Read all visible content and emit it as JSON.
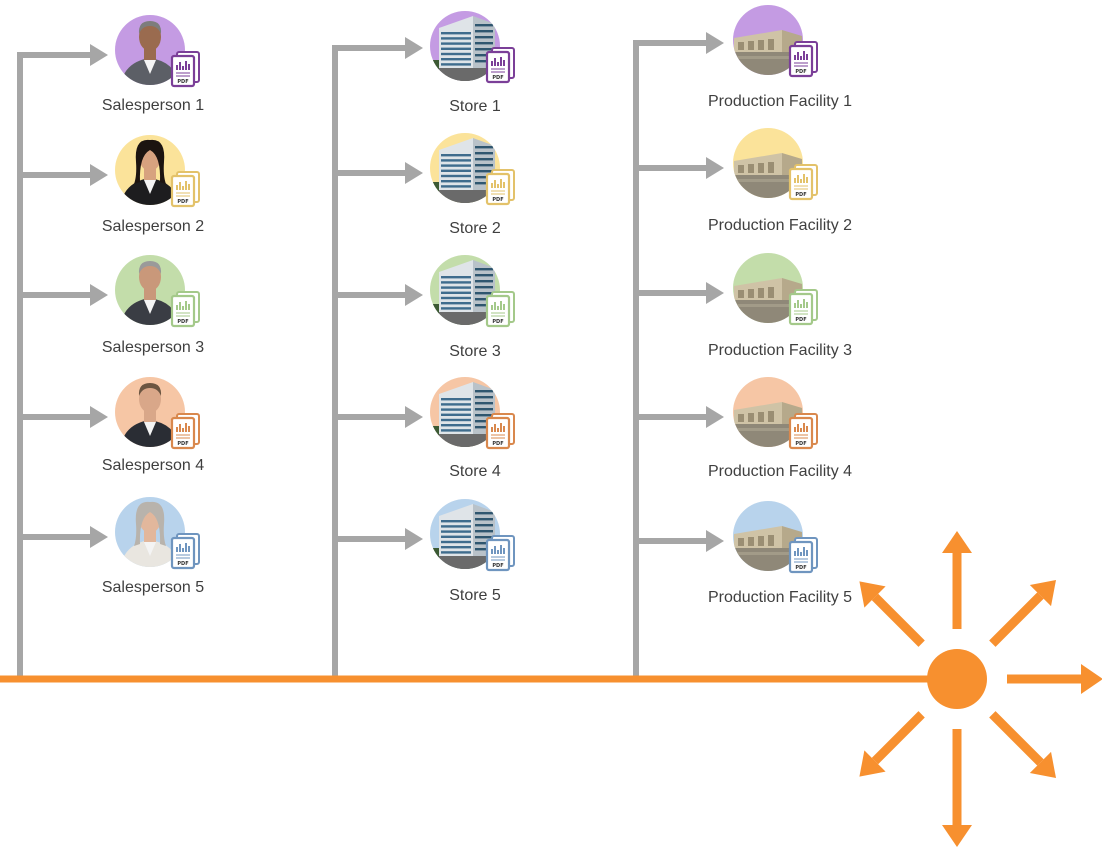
{
  "colors": {
    "connector": "#a6a6a6",
    "timeline": "#f7902f",
    "purple": "#c49be3",
    "yellow": "#fbe39a",
    "green": "#c3ddaa",
    "peach": "#f6c6a5",
    "blue": "#b8d3ec",
    "pdf_purple": "#7b3f98",
    "pdf_yellow": "#e3c26a",
    "pdf_green": "#a4c98a",
    "pdf_orange": "#d9884d",
    "pdf_blue": "#6f95bf"
  },
  "pdf_badge_text": "PDF",
  "groups": [
    {
      "id": "salespeople",
      "icon": "person-photo-icon",
      "nodes": [
        {
          "label": "Salesperson  1",
          "color": "purple",
          "pdf": "pdf_purple"
        },
        {
          "label": "Salesperson  2",
          "color": "yellow",
          "pdf": "pdf_yellow"
        },
        {
          "label": "Salesperson  3",
          "color": "green",
          "pdf": "pdf_green"
        },
        {
          "label": "Salesperson  4",
          "color": "peach",
          "pdf": "pdf_orange"
        },
        {
          "label": "Salesperson  5",
          "color": "blue",
          "pdf": "pdf_blue"
        }
      ]
    },
    {
      "id": "stores",
      "icon": "office-building-icon",
      "nodes": [
        {
          "label": "Store 1",
          "color": "purple",
          "pdf": "pdf_purple"
        },
        {
          "label": "Store 2",
          "color": "yellow",
          "pdf": "pdf_yellow"
        },
        {
          "label": "Store 3",
          "color": "green",
          "pdf": "pdf_green"
        },
        {
          "label": "Store 4",
          "color": "peach",
          "pdf": "pdf_orange"
        },
        {
          "label": "Store 5",
          "color": "blue",
          "pdf": "pdf_blue"
        }
      ]
    },
    {
      "id": "production-facilities",
      "icon": "warehouse-icon",
      "nodes": [
        {
          "label": "Production Facility 1",
          "color": "purple",
          "pdf": "pdf_purple"
        },
        {
          "label": "Production Facility 2",
          "color": "yellow",
          "pdf": "pdf_yellow"
        },
        {
          "label": "Production Facility 3",
          "color": "green",
          "pdf": "pdf_green"
        },
        {
          "label": "Production Facility 4",
          "color": "peach",
          "pdf": "pdf_orange"
        },
        {
          "label": "Production Facility 5",
          "color": "blue",
          "pdf": "pdf_blue"
        }
      ]
    }
  ],
  "hub": {
    "icon": "sunburst-hub-icon",
    "arrow_count": 7
  }
}
